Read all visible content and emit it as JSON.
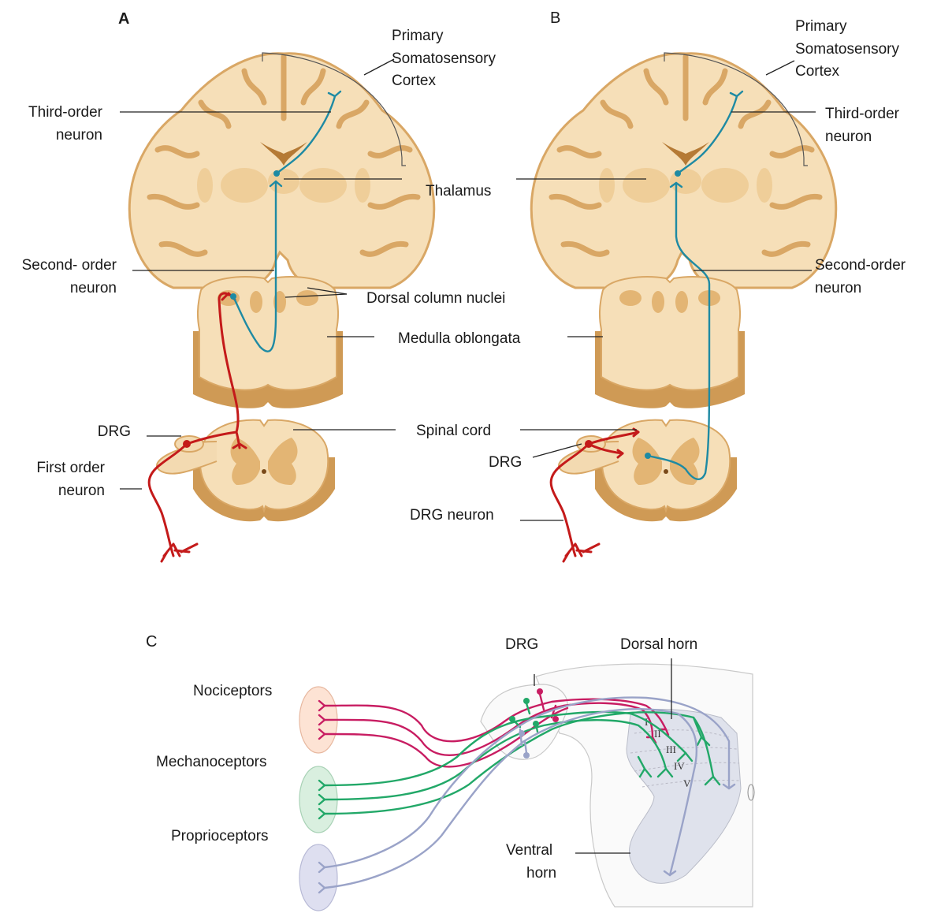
{
  "panel_a": {
    "letter": "A",
    "cortex_lines": [
      "Primary",
      "Somatosensory",
      "Cortex"
    ],
    "third_order_lines": [
      "Third-order",
      "neuron"
    ],
    "thalamus": "Thalamus",
    "second_order_lines": [
      "Second- order",
      "neuron"
    ],
    "dorsal_column_nuclei": "Dorsal column nuclei",
    "medulla": "Medulla oblongata",
    "drg": "DRG",
    "spinal_cord": "Spinal cord",
    "first_order_lines": [
      "First order",
      "neuron"
    ]
  },
  "panel_b": {
    "letter": "B",
    "cortex_lines": [
      "Primary",
      "Somatosensory",
      "Cortex"
    ],
    "third_order_lines": [
      "Third-order",
      "neuron"
    ],
    "second_order_lines": [
      "Second-order",
      "neuron"
    ],
    "drg": "DRG",
    "drg_neuron": "DRG neuron"
  },
  "panel_c": {
    "letter": "C",
    "drg": "DRG",
    "dorsal_horn": "Dorsal horn",
    "nociceptors": "Nociceptors",
    "mechanoceptors": "Mechanoceptors",
    "proprioceptors": "Proprioceptors",
    "ventral_horn_lines": [
      "Ventral",
      "horn"
    ],
    "laminae": [
      "I",
      "II",
      "III",
      "IV",
      "V"
    ]
  },
  "colors": {
    "first_order": "#c41a1a",
    "second_third_order": "#1e8aa3",
    "nociceptor": "#c81d62",
    "mechanoceptor": "#22a868",
    "proprioceptor": "#9aa3c8"
  }
}
